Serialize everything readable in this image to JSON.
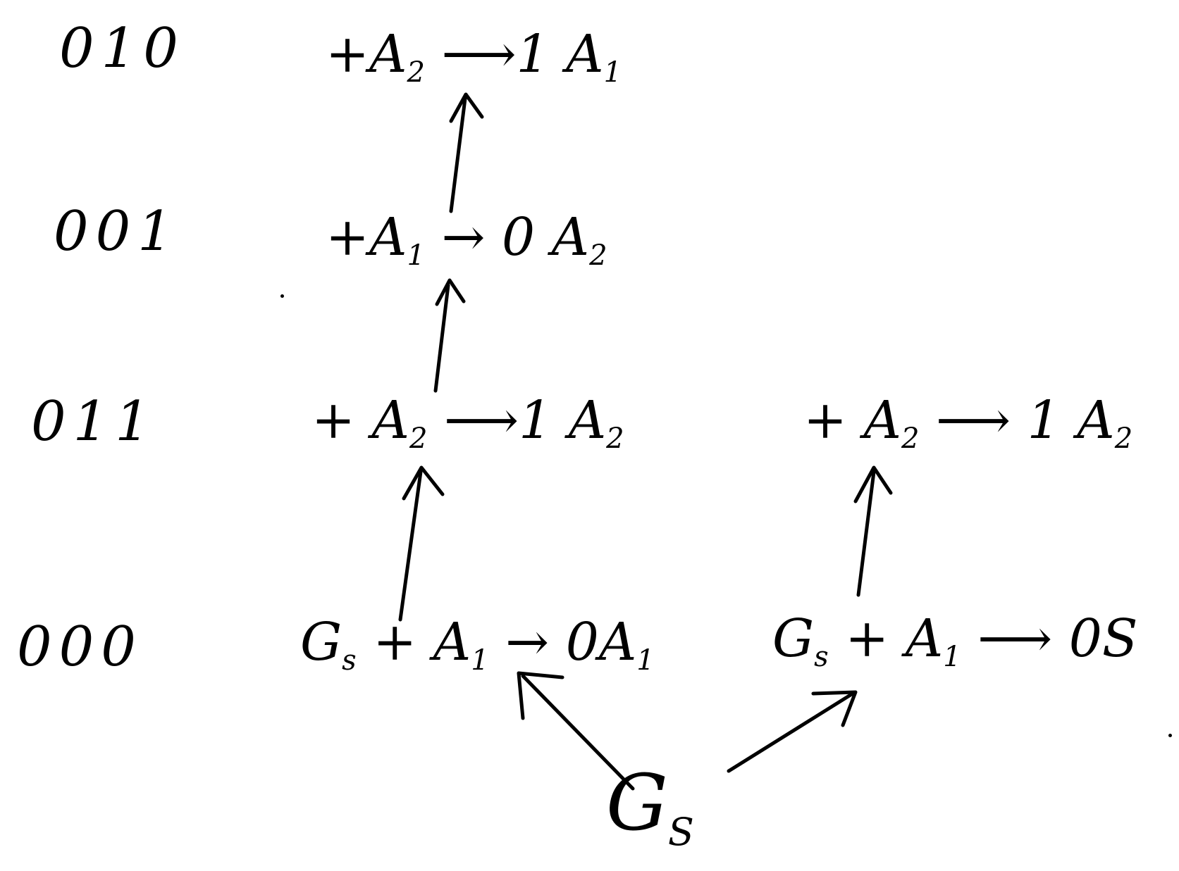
{
  "rows": [
    {
      "code": "010",
      "expr": {
        "prefix": "+",
        "lhs": "A",
        "lhs_sub": "2",
        "arrow": "⟶",
        "digit": "1",
        "rhs": "A",
        "rhs_sub": "1"
      }
    },
    {
      "code": "001",
      "expr": {
        "prefix": "+",
        "lhs": "A",
        "lhs_sub": "1",
        "arrow": "→",
        "digit": "0",
        "rhs": "A",
        "rhs_sub": "2"
      }
    },
    {
      "code": "011",
      "expr": {
        "prefix": "+",
        "lhs": "A",
        "lhs_sub": "2",
        "arrow": "⟶",
        "digit": "1",
        "rhs": "A",
        "rhs_sub": "2"
      }
    },
    {
      "code": "000",
      "expr": {
        "prefix": "G",
        "prefix_sub": "s",
        "plus": "+",
        "lhs": "A",
        "lhs_sub": "1",
        "arrow": "→",
        "digit": "0",
        "rhs": "A",
        "rhs_sub": "1"
      }
    }
  ],
  "right_branch": {
    "top": {
      "prefix": "+",
      "lhs": "A",
      "lhs_sub": "2",
      "arrow": "⟶",
      "digit": "1",
      "rhs": "A",
      "rhs_sub": "2"
    },
    "bottom": {
      "prefix": "G",
      "prefix_sub": "s",
      "plus": "+",
      "lhs": "A",
      "lhs_sub": "1",
      "arrow": "⟶",
      "digit": "0",
      "rhs": "S"
    }
  },
  "start_symbol": {
    "base": "G",
    "sub": "S"
  }
}
